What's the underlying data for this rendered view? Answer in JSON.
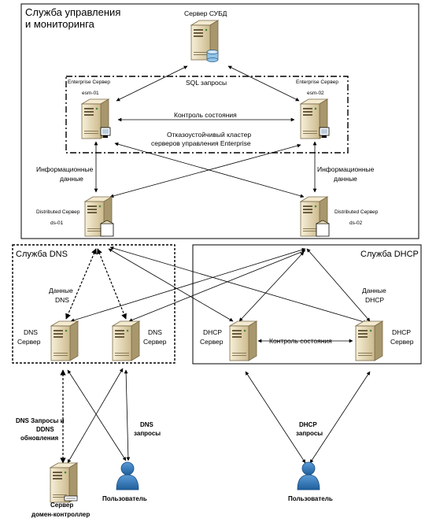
{
  "management": {
    "title_line1": "Служба управления",
    "title_line2": "и мониторинга",
    "dbms_label": "Сервер СУБД",
    "enterprise_left_label": "Enterprise Сервер",
    "enterprise_left_id": "esm-01",
    "enterprise_right_label": "Enterprise Сервер",
    "enterprise_right_id": "esm-02",
    "sql_label": "SQL запросы",
    "health_label": "Контроль состояния",
    "cluster_line1": "Отказоустойчивый кластер",
    "cluster_line2": "серверов управления Enterprise",
    "info_left_line1": "Информационные",
    "info_left_line2": "данные",
    "info_right_line1": "Информационные",
    "info_right_line2": "данные",
    "distributed_left_label": "Distributed Сервер",
    "distributed_left_id": "ds-01",
    "distributed_right_label": "Distributed Сервер",
    "distributed_right_id": "ds-02"
  },
  "dns": {
    "title": "Служба DNS",
    "data_line1": "Данные",
    "data_line2": "DNS",
    "server1_line1": "DNS",
    "server1_line2": "Сервер",
    "server2_line1": "DNS",
    "server2_line2": "Сервер"
  },
  "dhcp": {
    "title": "Служба DHCP",
    "data_line1": "Данные",
    "data_line2": "DHCP",
    "server1_line1": "DHCP",
    "server1_line2": "Сервер",
    "server2_line1": "DHCP",
    "server2_line2": "Сервер",
    "health_label": "Контроль состояния"
  },
  "bottom": {
    "dns_req_line1": "DNS Запросы и",
    "dns_req_line2": "DDNS",
    "dns_req_line3": "обновления",
    "dns_req2_line1": "DNS",
    "dns_req2_line2": "запросы",
    "dhcp_req_line1": "DHCP",
    "dhcp_req_line2": "запросы",
    "dc_line1": "Сервер",
    "dc_line2": "домен-контроллер",
    "user1": "Пользователь",
    "user2": "Пользователь"
  },
  "icons": {
    "server": "server-tower-icon",
    "database": "database-cylinder-icon",
    "user": "user-person-icon"
  },
  "colors": {
    "server_face": "#e9dcb5",
    "server_dark": "#8a7a56",
    "db_blue": "#8fc3e8",
    "user_blue": "#2d74b8"
  }
}
